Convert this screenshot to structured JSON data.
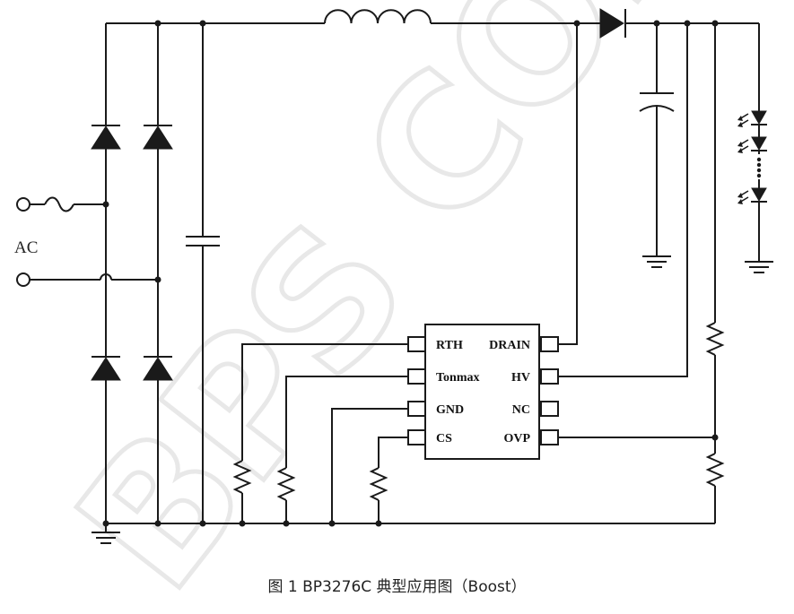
{
  "watermark": {
    "text": "BPS CON"
  },
  "input": {
    "ac_label": "AC"
  },
  "ic": {
    "pins_left": [
      "RTH",
      "Tonmax",
      "GND",
      "CS"
    ],
    "pins_right": [
      "DRAIN",
      "HV",
      "NC",
      "OVP"
    ]
  },
  "caption": {
    "text": "图 1 BP3276C 典型应用图（Boost）"
  }
}
